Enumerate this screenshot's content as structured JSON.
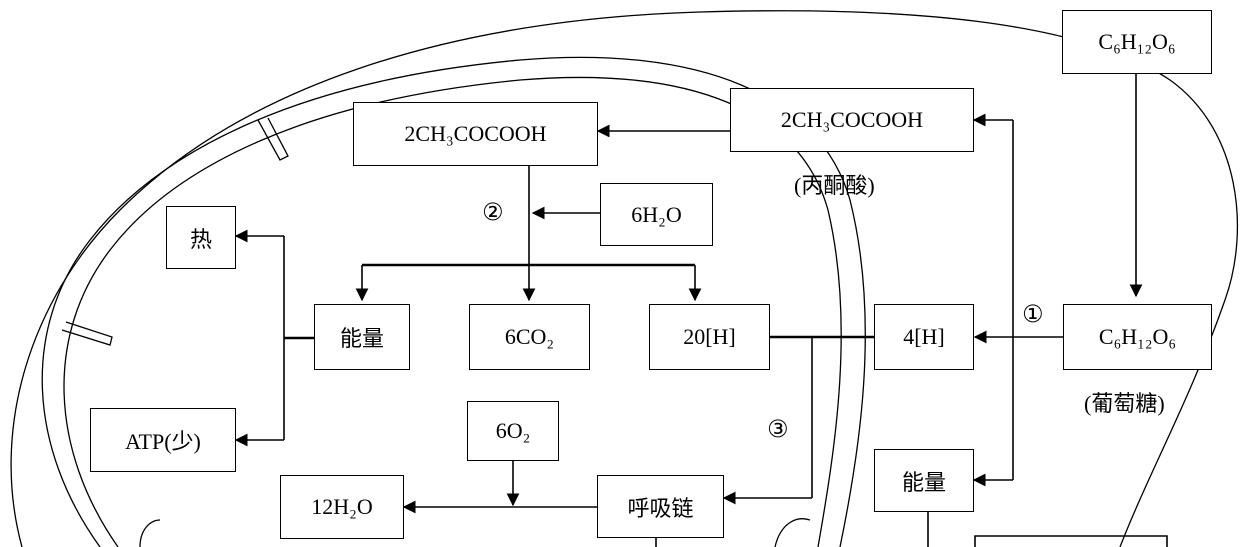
{
  "boxes": {
    "glucose_top": "C₆H₁₂O₆",
    "pyruvate_outer": "2CH₃COCOOH",
    "pyruvate_inner": "2CH₃COCOOH",
    "water_in": "6H₂O",
    "heat": "热",
    "energy_mito": "能量",
    "co2": "6CO₂",
    "h20": "20[H]",
    "h4": "4[H]",
    "glucose_mid": "C₆H₁₂O₆",
    "atp": "ATP(少)",
    "o2": "6O₂",
    "water_out": "12H₂O",
    "resp_chain": "呼吸链",
    "energy_cyto": "能量"
  },
  "labels": {
    "pyruvate_name": "(丙酮酸)",
    "glucose_name": "(葡萄糖)",
    "step1": "①",
    "step2": "②",
    "step3": "③"
  }
}
